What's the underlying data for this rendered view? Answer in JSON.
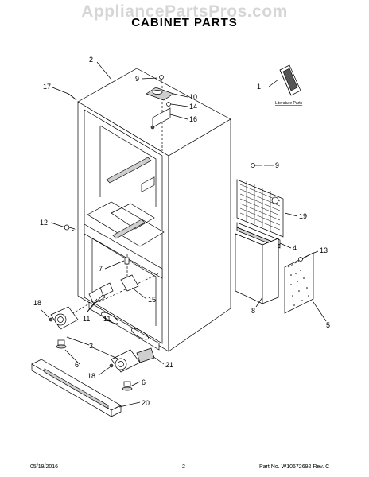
{
  "watermark": "AppliancePartsPros.com",
  "title": "CABINET PARTS",
  "literature_caption": "Literature Parts",
  "callouts": {
    "c1": "1",
    "c2": "2",
    "c3": "3",
    "c4": "4",
    "c5": "5",
    "c6a": "6",
    "c6b": "6",
    "c7": "7",
    "c8": "8",
    "c9a": "9",
    "c9b": "9",
    "c10": "10",
    "c11a": "11",
    "c11b": "11",
    "c12": "12",
    "c13": "13",
    "c14": "14",
    "c15": "15",
    "c16": "16",
    "c17": "17",
    "c18a": "18",
    "c18b": "18",
    "c19": "19",
    "c20": "20",
    "c21": "21"
  },
  "footer": {
    "date": "05/19/2016",
    "page": "2",
    "part_number": "Part No. W10672692  Rev. C"
  }
}
